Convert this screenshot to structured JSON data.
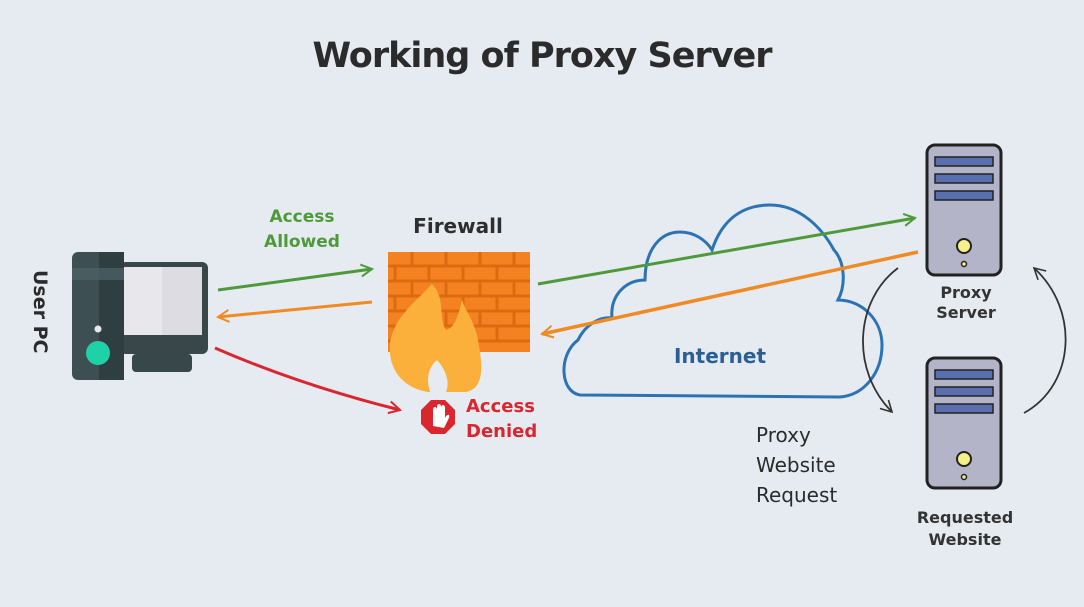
{
  "title": "Working of Proxy Server",
  "nodes": {
    "user_pc": {
      "label": "User PC",
      "icon": "desktop-computer-icon"
    },
    "firewall": {
      "label": "Firewall",
      "icon": "brick-wall-fire-icon"
    },
    "internet": {
      "label": "Internet",
      "icon": "cloud-icon"
    },
    "proxy_server": {
      "label_line1": "Proxy",
      "label_line2": "Server",
      "icon": "server-tower-icon"
    },
    "requested_website": {
      "label_line1": "Requested",
      "label_line2": "Website",
      "icon": "server-tower-icon"
    }
  },
  "edge_labels": {
    "access_allowed": {
      "line1": "Access",
      "line2": "Allowed",
      "color": "#4e9a3a"
    },
    "access_denied": {
      "line1": "Access",
      "line2": "Denied",
      "color": "#d9262f",
      "icon": "stop-hand-icon"
    },
    "proxy_request": {
      "line1": "Proxy",
      "line2": "Website",
      "line3": "Request"
    }
  },
  "colors": {
    "background": "#e6ebf1",
    "allowed": "#4e9a3a",
    "response": "#f08a24",
    "denied": "#d9262f",
    "cloud": "#2b73b5",
    "firewall_brick": "#f58220",
    "flame": "#fbb03b",
    "server_body": "#b3b4c8",
    "server_slot": "#5a6fb0"
  }
}
